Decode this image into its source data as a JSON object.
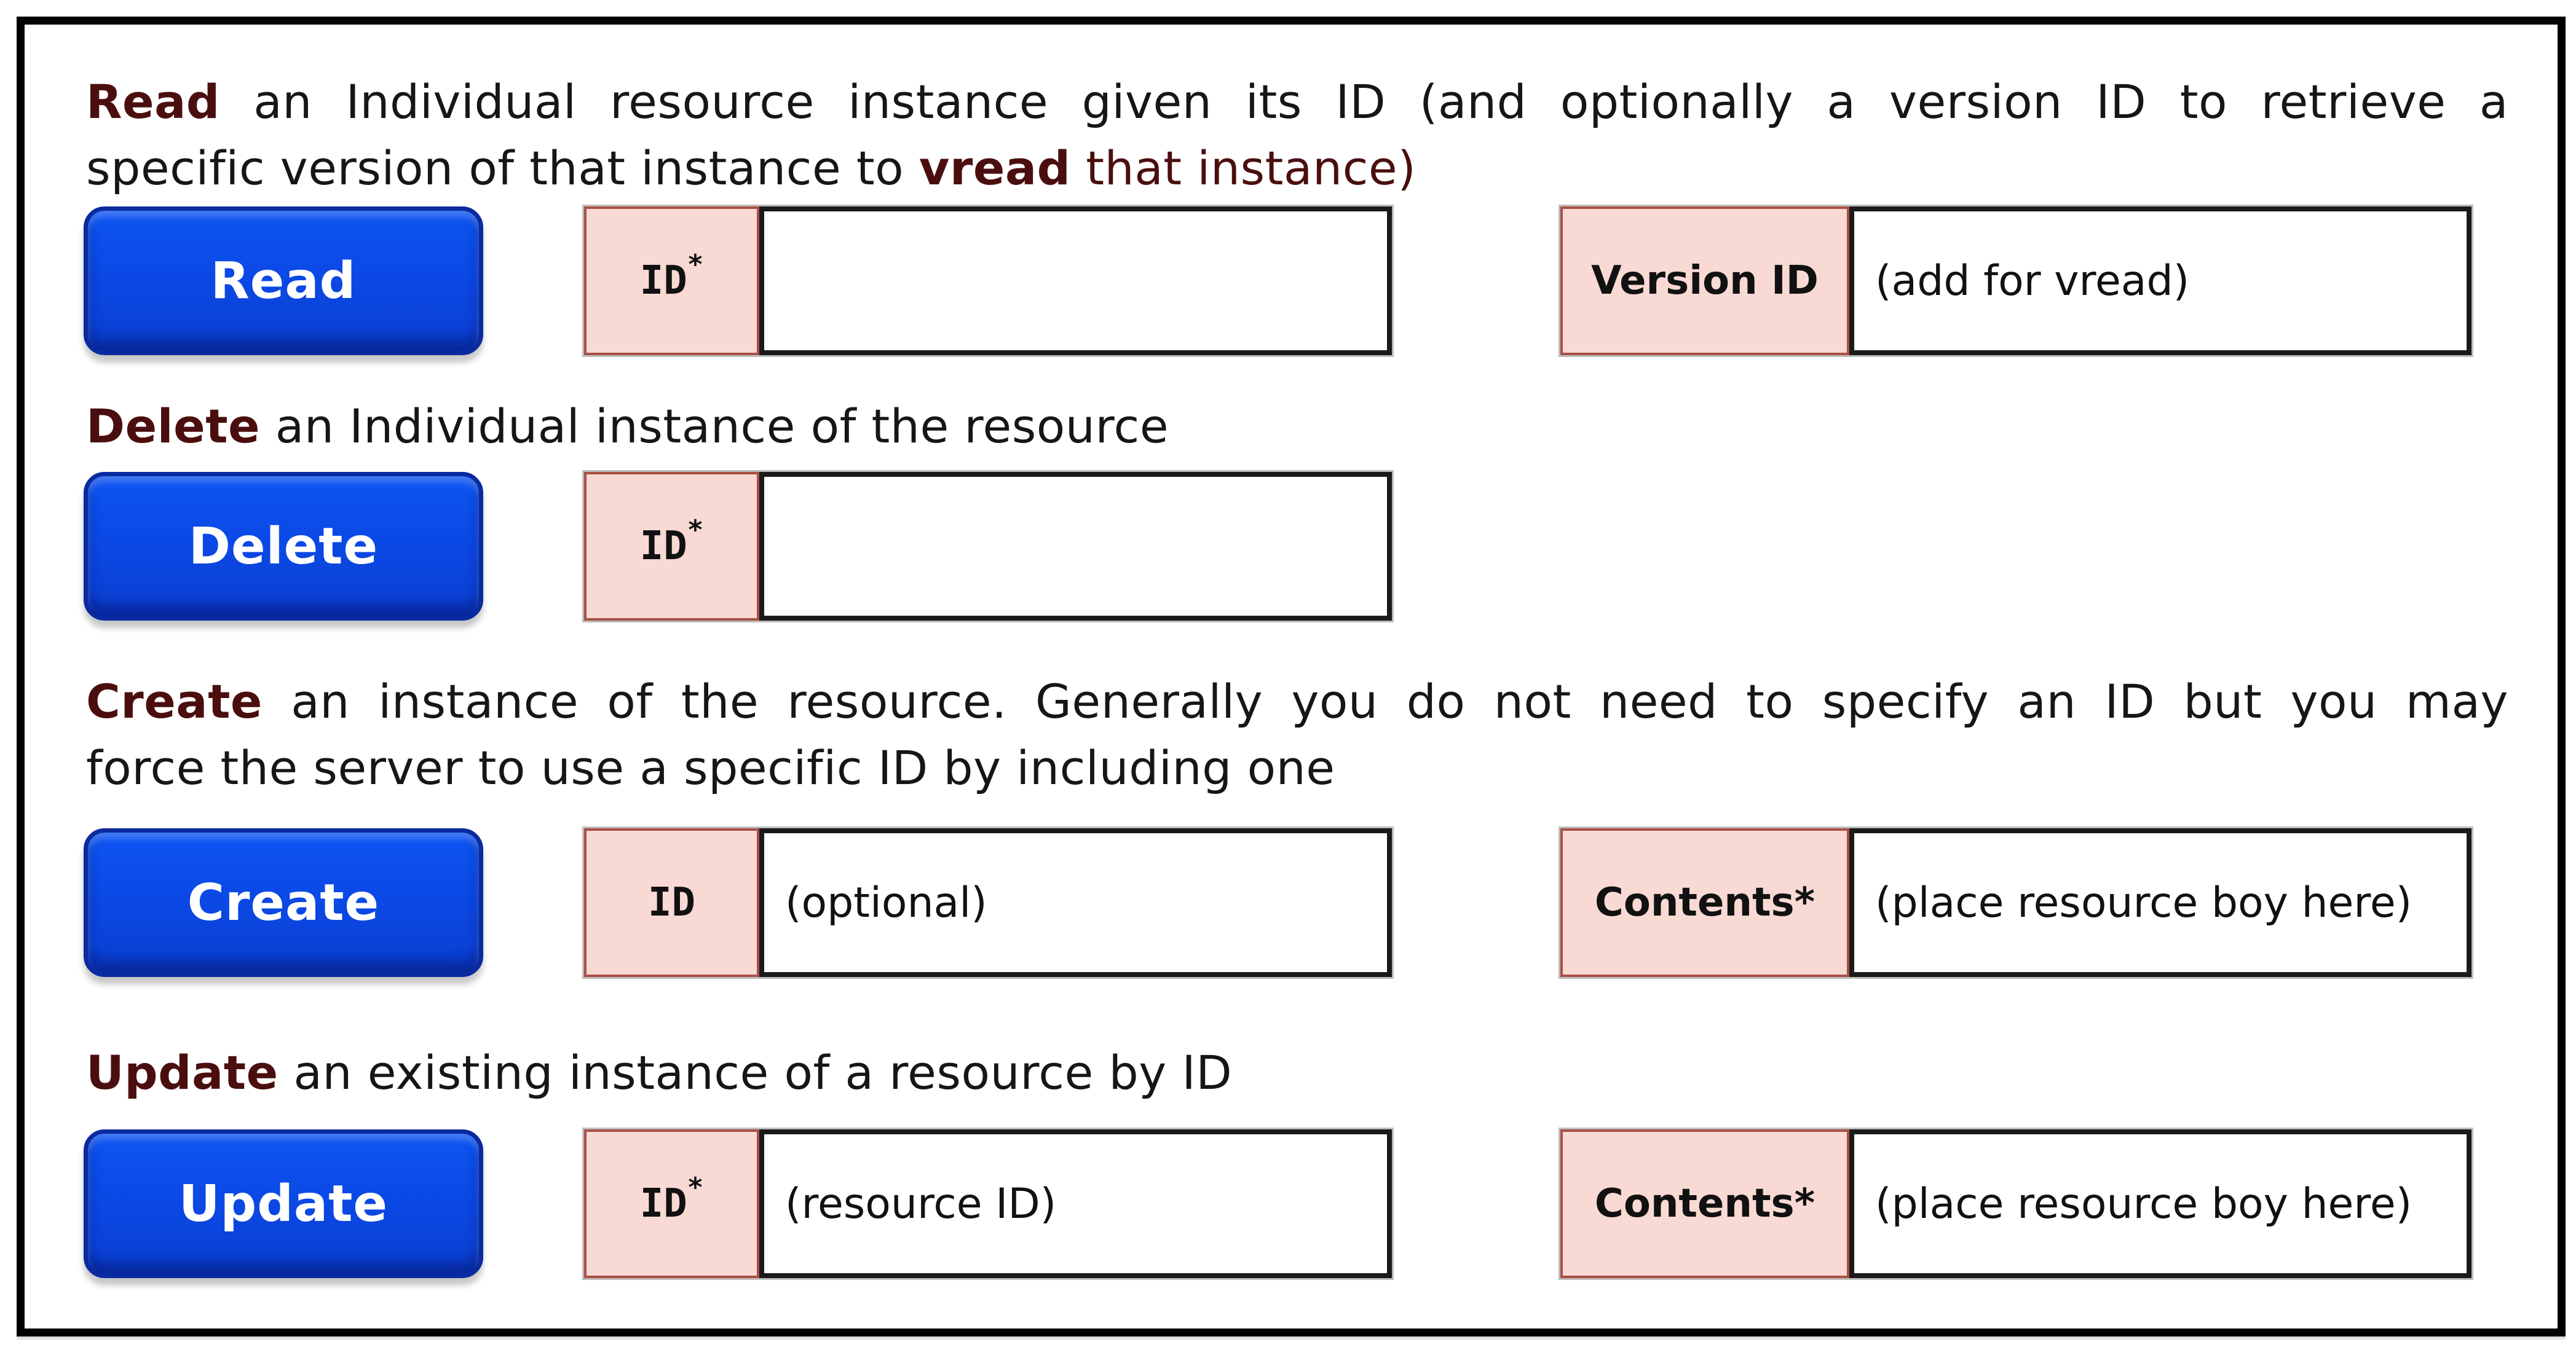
{
  "colors": {
    "button_blue": "#0b49e6",
    "button_border": "#0a2aa0",
    "label_pink": "#f8d9d4",
    "label_pink_border": "#aa5046",
    "keyword_maroon": "#4b0e0e",
    "body_text": "#161616",
    "frame_border": "#000000"
  },
  "sections": {
    "read": {
      "heading": {
        "keyword": "Read",
        "line1_rest": " an Individual resource instance given its ID (and optionally a version ID to retrieve a",
        "line2_plain": "specific version of that instance to ",
        "line2_keyword": "vread",
        "line2_tail": " that instance)"
      },
      "button_label": "Read",
      "id_field": {
        "label": "ID",
        "required_mark": "*",
        "value": ""
      },
      "version_field": {
        "label": "Version ID",
        "value": "(add for vread)"
      }
    },
    "delete": {
      "heading": {
        "keyword": "Delete",
        "line1_rest": " an Individual instance of the resource"
      },
      "button_label": "Delete",
      "id_field": {
        "label": "ID",
        "required_mark": "*",
        "value": ""
      }
    },
    "create": {
      "heading": {
        "keyword": "Create",
        "line1_rest": " an instance of the resource. Generally you do not need to specify an ID but you may",
        "line2_plain": "force the server to use a specific ID by including one"
      },
      "button_label": "Create",
      "id_field": {
        "label": "ID",
        "required_mark": "",
        "value": "(optional)"
      },
      "contents_field": {
        "label": "Contents*",
        "value": "(place resource boy here)"
      }
    },
    "update": {
      "heading": {
        "keyword": "Update",
        "line1_rest": " an existing instance of a resource by ID"
      },
      "button_label": "Update",
      "id_field": {
        "label": "ID",
        "required_mark": "*",
        "value": "(resource ID)"
      },
      "contents_field": {
        "label": "Contents*",
        "value": "(place resource boy here)"
      }
    }
  }
}
